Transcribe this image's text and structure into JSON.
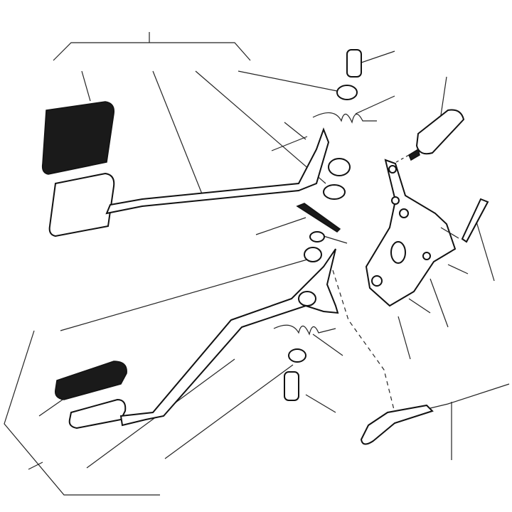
{
  "diagram": {
    "type": "exploded-parts-diagram",
    "colors": {
      "line": "#222222",
      "part_fill": "#ffffff",
      "rubber": "#1a1a1a"
    },
    "parts": [
      "brake-pedal-pad",
      "brake-pedal-arm",
      "clutch-pedal-pad",
      "clutch-pedal-arm",
      "pivot-bushing",
      "return-spring",
      "washer",
      "master-cylinder",
      "mounting-bracket",
      "mounting-bolt",
      "pivot-bolt",
      "clevis-pin",
      "clutch-cable"
    ]
  }
}
